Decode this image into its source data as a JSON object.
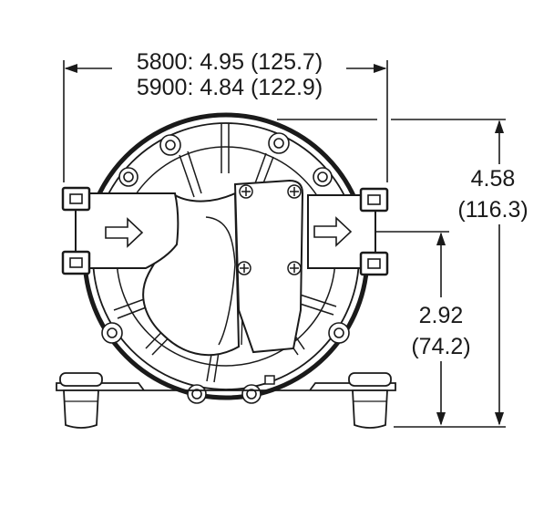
{
  "width_dimension": {
    "line1": "5800: 4.95 (125.7)",
    "line2": "5900: 4.84 (122.9)"
  },
  "height_dimension": {
    "value": "4.58",
    "metric": "(116.3)"
  },
  "inlet_height_dimension": {
    "value": "2.92",
    "metric": "(74.2)"
  },
  "colors": {
    "line": "#1a1a1a",
    "background": "#ffffff"
  }
}
